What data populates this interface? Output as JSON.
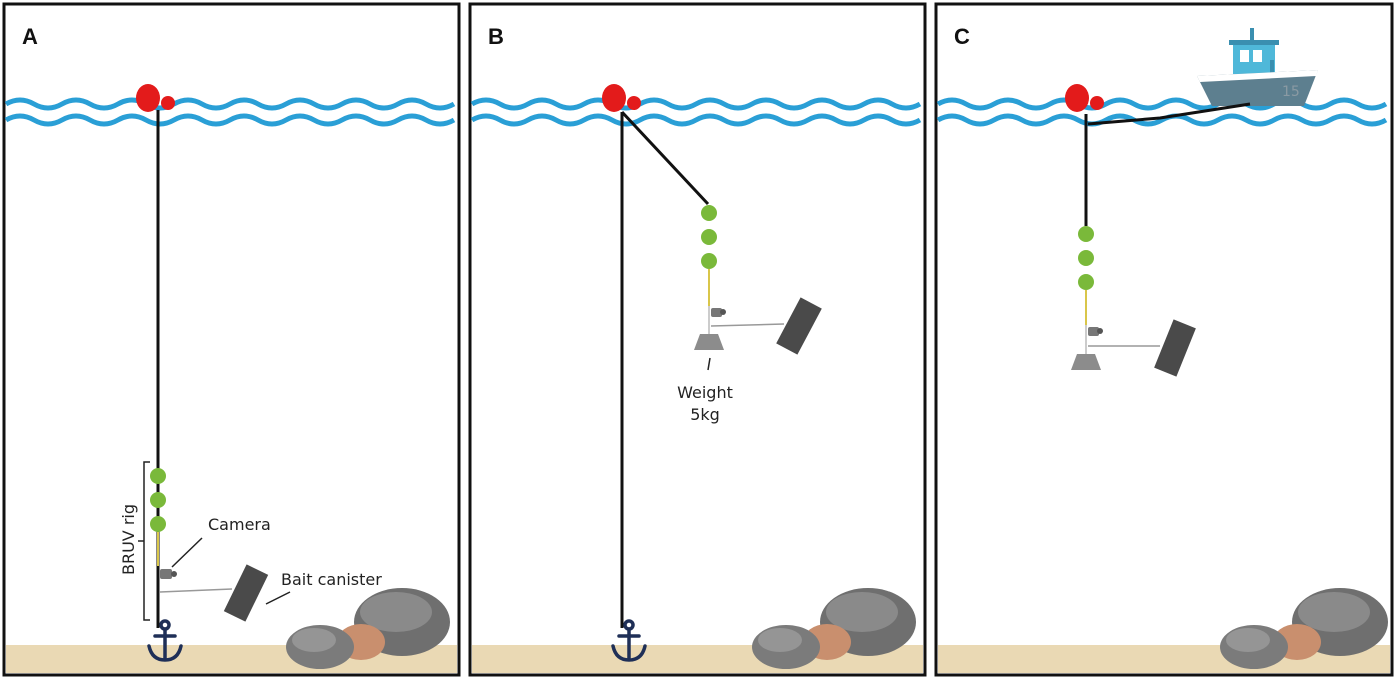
{
  "panels": [
    {
      "id": "A",
      "letter": "A"
    },
    {
      "id": "B",
      "letter": "B"
    },
    {
      "id": "C",
      "letter": "C"
    }
  ],
  "labels": {
    "bruv_rig": "BRUV rig",
    "camera": "Camera",
    "bait_canister": "Bait canister",
    "weight_line1": "Weight",
    "weight_line2": "5kg",
    "boat_number": "15"
  },
  "colors": {
    "water": "#2a9fd6",
    "buoy": "#e31b1b",
    "float": "#7ab93a",
    "sand": "#ead9b4",
    "rock": "#6f6f6f",
    "rock_tan": "#c98f6e",
    "anchor": "#1f2f57",
    "canister": "#4a4a4a",
    "boat_hull": "#5d7f8f",
    "boat_cabin": "#4fb8d9"
  },
  "icons": [
    "buoy-icon",
    "anchor-icon",
    "boat-icon",
    "camera-icon",
    "weight-icon",
    "float-icon",
    "rock-icon"
  ]
}
